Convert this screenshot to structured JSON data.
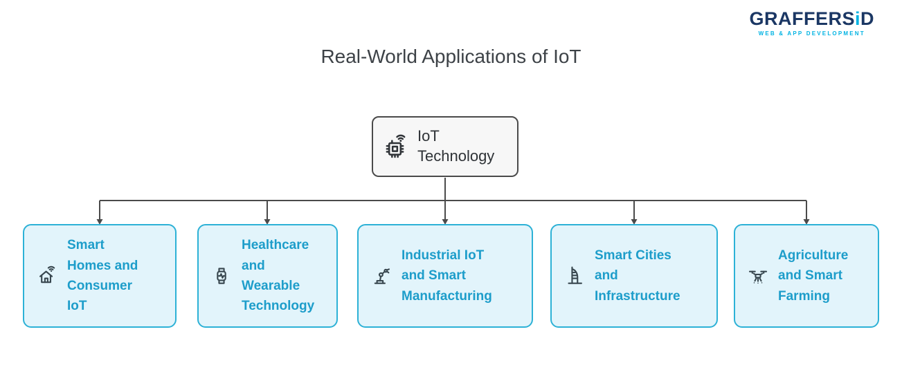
{
  "logo": {
    "name": "GraffersID",
    "text_main": "GRAFFERS",
    "text_i": "i",
    "text_d": "D",
    "tagline": "WEB & APP DEVELOPMENT"
  },
  "title": "Real-World Applications of IoT",
  "diagram": {
    "root": {
      "label": "IoT Technology",
      "icon": "chip-wifi-icon"
    },
    "children": [
      {
        "label": "Smart Homes and Consumer IoT",
        "icon": "home-wifi-icon"
      },
      {
        "label": "Healthcare and Wearable Technology",
        "icon": "smartwatch-icon"
      },
      {
        "label": "Industrial IoT and Smart Manufacturing",
        "icon": "robot-arm-icon"
      },
      {
        "label": "Smart Cities and Infrastructure",
        "icon": "building-icon"
      },
      {
        "label": "Agriculture and Smart Farming",
        "icon": "drone-icon"
      }
    ]
  },
  "colors": {
    "child_fill": "#e2f4fb",
    "child_border": "#2cb1d6",
    "child_text": "#1d9dca",
    "root_fill": "#f7f7f7",
    "root_border": "#4a4a4a",
    "connector": "#4a4a4a",
    "title_text": "#3d4247",
    "logo_navy": "#1b3764",
    "logo_cyan": "#00b3e3"
  }
}
